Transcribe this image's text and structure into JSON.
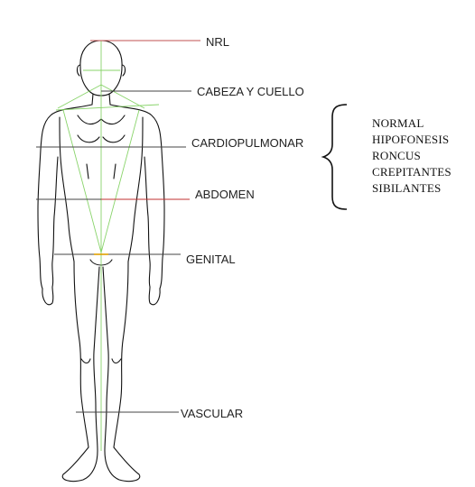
{
  "regions": {
    "nrl": "NRL",
    "head_neck": "CABEZA Y CUELLO",
    "cardiopulmonary": "CARDIOPULMONAR",
    "abdomen": "ABDOMEN",
    "genital": "GENITAL",
    "vascular": "VASCULAR"
  },
  "findings": [
    "NORMAL",
    "HIPOFONESIS",
    "RONCUS",
    "CREPITANTES",
    "SIBILANTES"
  ],
  "colors": {
    "outline": "#111111",
    "nrl_line": "#c05050",
    "abdomen_line": "#c03030",
    "guide_green": "#7ccf5a",
    "genital_tick": "#e0a000",
    "leader": "#444444"
  }
}
